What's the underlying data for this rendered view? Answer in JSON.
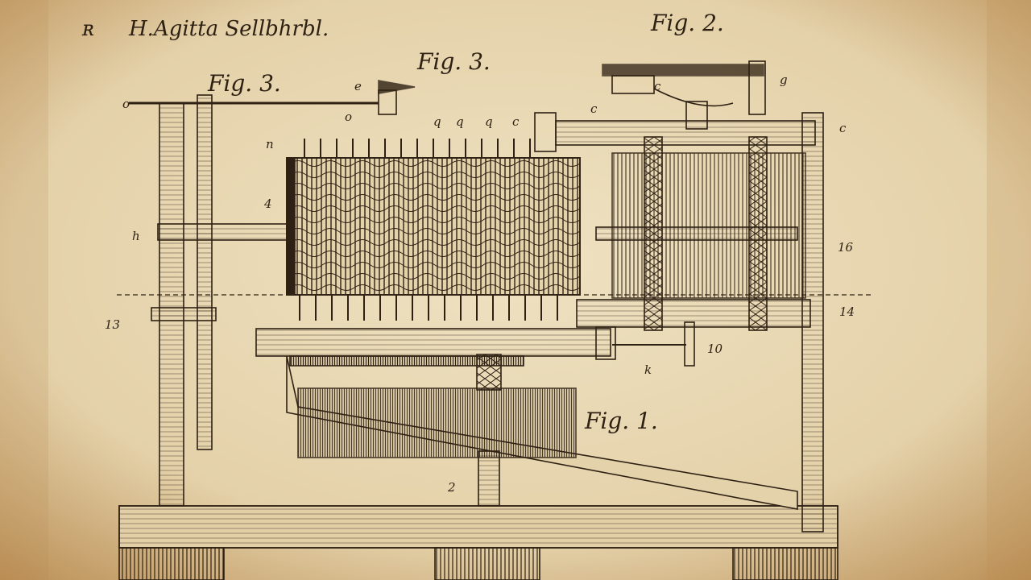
{
  "header": {
    "signature_prefix": "ʀ",
    "signature": "H.Agitta Sellbhrbl."
  },
  "figure_labels": {
    "fig3_left": "Fig. 3.",
    "fig3_center": "Fig. 3.",
    "fig2": "Fig. 2.",
    "fig1": "Fig. 1."
  },
  "letters": {
    "top_left_bar": "o",
    "hammer_top": "e",
    "hammer_low": "o",
    "n_label": "n",
    "teeth_q1": "q",
    "teeth_q2": "q",
    "teeth_q3": "q",
    "teeth_c": "c",
    "right_c": "c",
    "mallet_c": "c",
    "mallet_g": "g",
    "right_post_c": "c",
    "shaft_left": "4",
    "frame_h": "h",
    "left_13": "13",
    "right_16": "16",
    "right_14": "14",
    "right_10": "10",
    "bottom_k": "k",
    "leg_2": "2"
  },
  "colors": {
    "paper": "#e7d6b1",
    "ink": "#2e2113",
    "stain": "#b98c52"
  }
}
